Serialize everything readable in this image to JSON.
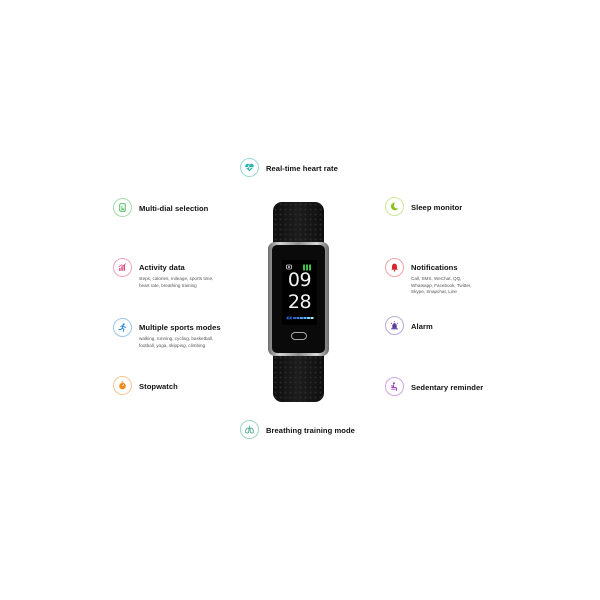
{
  "watch_screen": {
    "hours": "09",
    "minutes": "28"
  },
  "features": {
    "heart_rate": {
      "title": "Real-time heart rate",
      "icon": "heart-rate-icon",
      "color": "#2bb3b0"
    },
    "multi_dial": {
      "title": "Multi-dial selection",
      "icon": "dial-select-icon",
      "color": "#3ab54a"
    },
    "sleep": {
      "title": "Sleep monitor",
      "icon": "moon-icon",
      "color": "#8dc21f"
    },
    "activity": {
      "title": "Activity data",
      "subtitle": [
        "steps, calories, mileage, sports time,",
        "heart rate, breathing training"
      ],
      "icon": "activity-chart-icon",
      "color": "#e0336e"
    },
    "notifications": {
      "title": "Notifications",
      "subtitle": [
        "Call, SMS, WeChat, QQ,",
        "Whatsapp, Facebook, Twitter,",
        "Skype, Snapchat, Line"
      ],
      "icon": "bell-icon",
      "color": "#d7262c"
    },
    "sports": {
      "title": "Multiple sports modes",
      "subtitle": [
        "walking, running, cycling, basketball,",
        "football, yoga, skipping, climbing"
      ],
      "icon": "runner-icon",
      "color": "#2a88d8"
    },
    "alarm": {
      "title": "Alarm",
      "icon": "alarm-icon",
      "color": "#5a3f9e"
    },
    "stopwatch": {
      "title": "Stopwatch",
      "icon": "stopwatch-icon",
      "color": "#f08a1d"
    },
    "sedentary": {
      "title": "Sedentary reminder",
      "icon": "sitting-person-icon",
      "color": "#9b2fb5"
    },
    "breathing": {
      "title": "Breathing training mode",
      "icon": "lungs-icon",
      "color": "#2f9d7d"
    }
  }
}
